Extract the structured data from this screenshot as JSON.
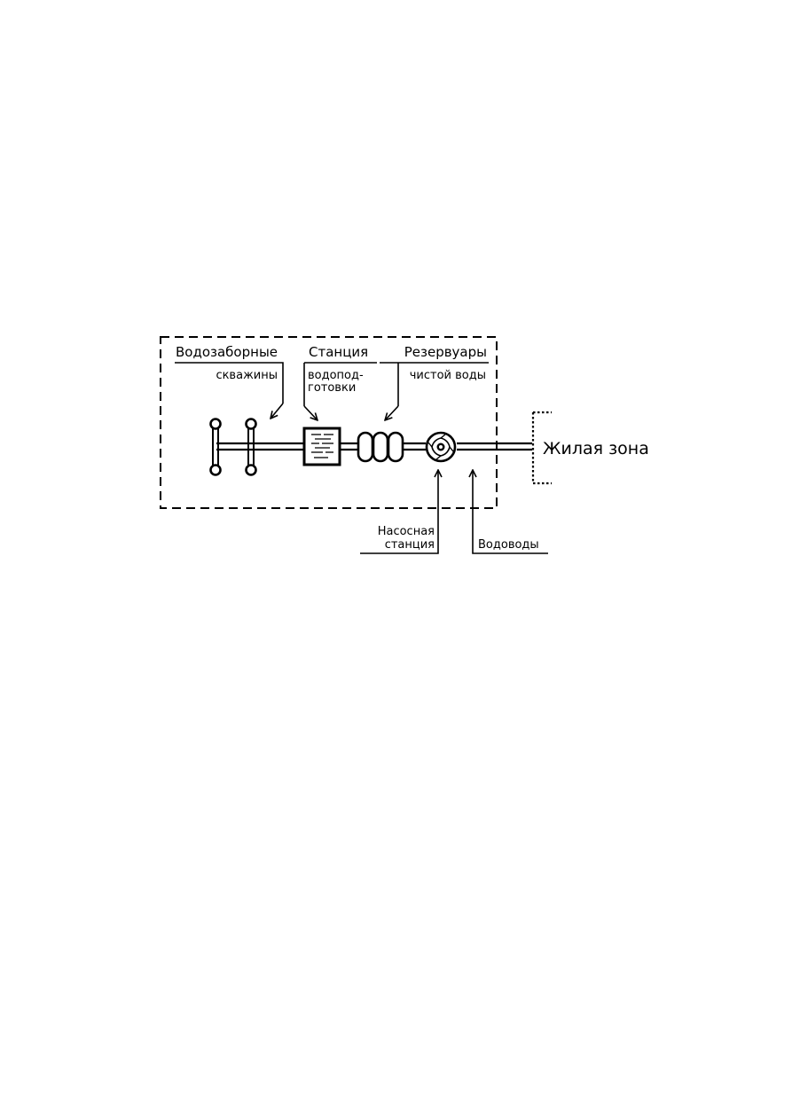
{
  "labels": {
    "wells_line1": "Водозаборные",
    "wells_line2": "скважины",
    "station_line1": "Станция",
    "station_line2": "водопод-",
    "station_line3": "готовки",
    "reservoirs_line1": "Резервуары",
    "reservoirs_line2": "чистой воды",
    "pump_line1": "Насосная",
    "pump_line2": "станция",
    "pipelines": "Водоводы",
    "residential": "Жилая зона"
  },
  "colors": {
    "ink": "#000000",
    "background": "#ffffff"
  }
}
